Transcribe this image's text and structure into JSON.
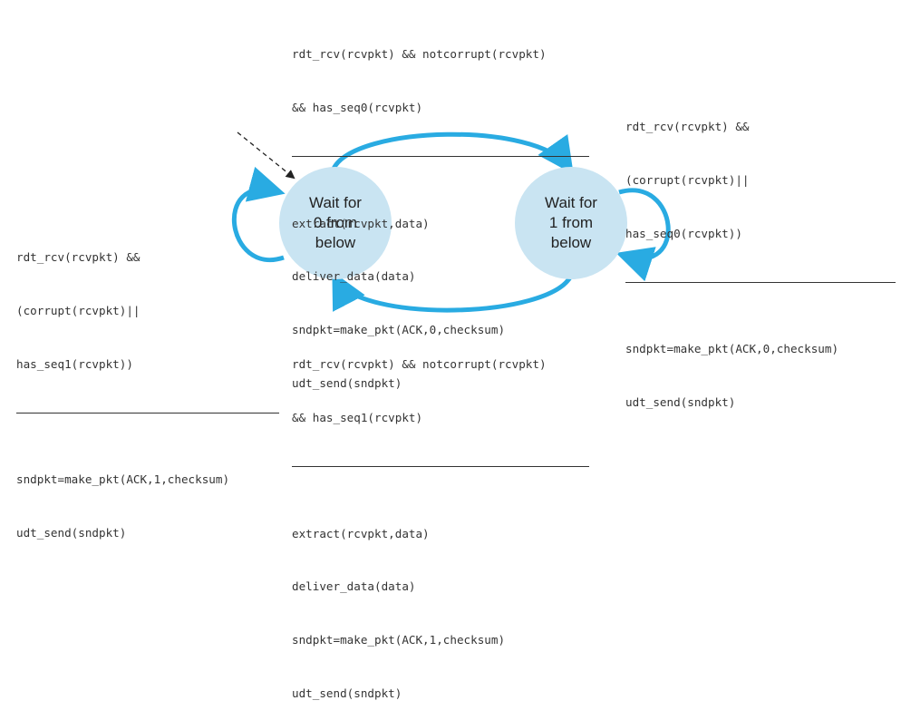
{
  "colors": {
    "state_fill": "#c9e4f2",
    "arrow": "#29abe2",
    "text": "#333333"
  },
  "states": {
    "wait0": {
      "line1": "Wait for",
      "line2": "0 from",
      "line3": "below"
    },
    "wait1": {
      "line1": "Wait for",
      "line2": "1 from",
      "line3": "below"
    }
  },
  "transitions": {
    "top": {
      "condition": [
        "rdt_rcv(rcvpkt) && notcorrupt(rcvpkt)",
        "&& has_seq0(rcvpkt)"
      ],
      "actions": [
        "extract(rcvpkt,data)",
        "deliver_data(data)",
        "sndpkt=make_pkt(ACK,0,checksum)",
        "udt_send(sndpkt)"
      ]
    },
    "bottom": {
      "condition": [
        "rdt_rcv(rcvpkt) && notcorrupt(rcvpkt)",
        "&& has_seq1(rcvpkt)"
      ],
      "actions": [
        "extract(rcvpkt,data)",
        "deliver_data(data)",
        "sndpkt=make_pkt(ACK,1,checksum)",
        "udt_send(sndpkt)"
      ]
    },
    "self_wait0": {
      "condition": [
        "rdt_rcv(rcvpkt) &&",
        "(corrupt(rcvpkt)||",
        "has_seq1(rcvpkt))"
      ],
      "actions": [
        "sndpkt=make_pkt(ACK,1,checksum)",
        "udt_send(sndpkt)"
      ]
    },
    "self_wait1": {
      "condition": [
        "rdt_rcv(rcvpkt) &&",
        "(corrupt(rcvpkt)||",
        "has_seq0(rcvpkt))"
      ],
      "actions": [
        "sndpkt=make_pkt(ACK,0,checksum)",
        "udt_send(sndpkt)"
      ]
    }
  }
}
